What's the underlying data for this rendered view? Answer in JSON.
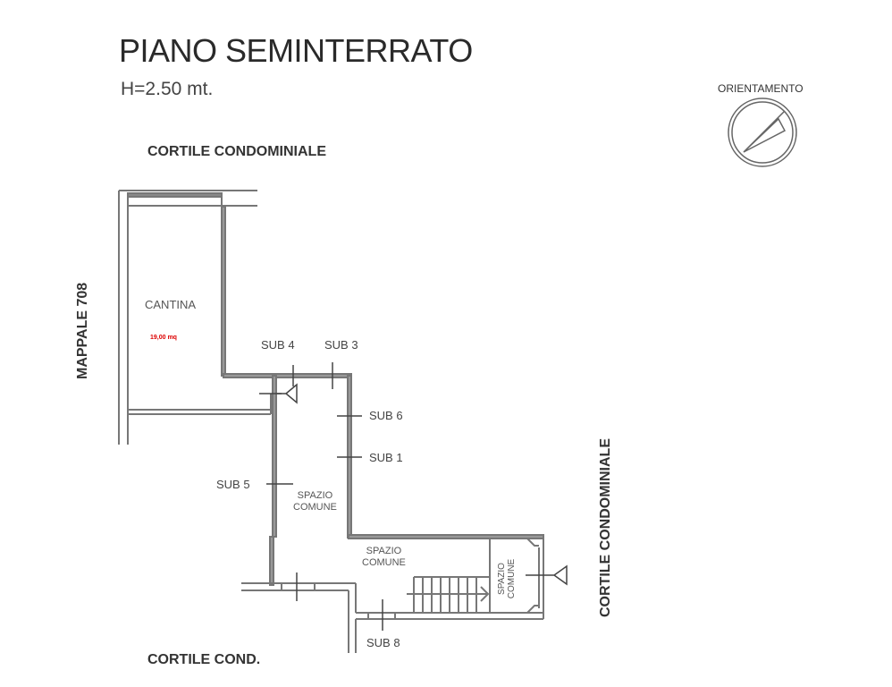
{
  "title": "PIANO SEMINTERRATO",
  "height_note": "H=2.50 mt.",
  "orientation_label": "ORIENTAMENTO",
  "labels": {
    "top": "CORTILE CONDOMINIALE",
    "left": "MAPPALE 708",
    "right": "CORTILE CONDOMINIALE",
    "bottom": "CORTILE COND."
  },
  "rooms": {
    "cantina": "CANTINA",
    "cantina_area": "19,00 mq",
    "spazio_1": [
      "SPAZIO",
      "COMUNE"
    ],
    "spazio_2": [
      "SPAZIO",
      "COMUNE"
    ],
    "spazio_3": "SPAZIO COMUNE"
  },
  "subs": {
    "sub4": "SUB 4",
    "sub3": "SUB 3",
    "sub6": "SUB 6",
    "sub1": "SUB 1",
    "sub5": "SUB 5",
    "sub8": "SUB 8"
  },
  "colors": {
    "wall": "#777777",
    "text": "#333333",
    "area": "#dd0000"
  }
}
